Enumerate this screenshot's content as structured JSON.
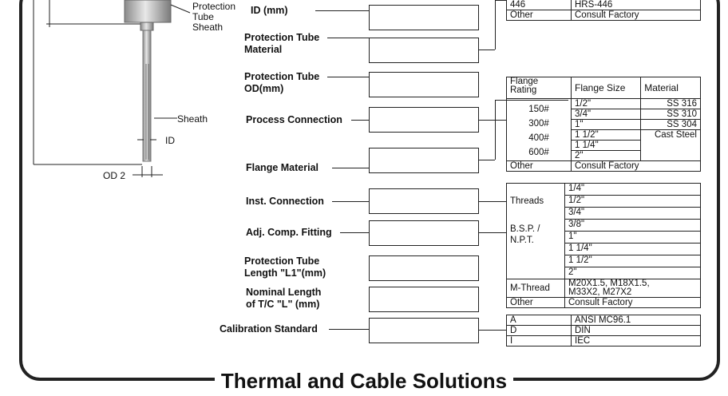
{
  "drawing": {
    "protection_tube_sheath": "Protection\nTube\nSheath",
    "sheath": "Sheath",
    "id": "ID",
    "od2": "OD 2"
  },
  "fields": {
    "id_mm": "ID (mm)",
    "pt_material": "Protection Tube\nMaterial",
    "pt_od": "Protection Tube\nOD(mm)",
    "process_connection": "Process Connection",
    "flange_material": "Flange Material",
    "inst_connection": "Inst. Connection",
    "adj_comp_fitting": "Adj. Comp. Fitting",
    "pt_length": "Protection Tube\nLength \"L1\"(mm)",
    "nominal_length": "Nominal Length\nof T/C \"L\" (mm)",
    "calibration_standard": "Calibration Standard"
  },
  "material_table": {
    "rows": [
      [
        "446",
        "HRS-446"
      ],
      [
        "Other",
        "Consult Factory"
      ]
    ]
  },
  "flange_table": {
    "headers": [
      "Flange\nRating",
      "Flange Size",
      "Material"
    ],
    "ratings": [
      "150#",
      "300#",
      "400#",
      "600#"
    ],
    "sizes": [
      "1/2\"",
      "3/4\"",
      "1\"",
      "1 1/2\"",
      "1 1/4\"",
      "2\""
    ],
    "materials": [
      "SS 316",
      "SS 310",
      "SS 304",
      "Cast Steel"
    ],
    "other": "Other",
    "other_value": "Consult Factory"
  },
  "inst_table": {
    "threads_label": "Threads",
    "bsp_label": "B.S.P. /\nN.P.T.",
    "sizes": [
      "1/4\"",
      "1/2\"",
      "3/4\"",
      "3/8\"",
      "1\"",
      "1 1/4\"",
      "1 1/2\"",
      "2\""
    ],
    "mthread_label": "M-Thread",
    "mthread_value": "M20X1.5, M18X1.5,\nM33X2, M27X2",
    "other": "Other",
    "other_value": "Consult Factory"
  },
  "calibration_table": {
    "rows": [
      [
        "A",
        "ANSI MC96.1"
      ],
      [
        "D",
        "DIN"
      ],
      [
        "I",
        "IEC"
      ]
    ]
  },
  "footer": "Thermal and Cable Solutions"
}
